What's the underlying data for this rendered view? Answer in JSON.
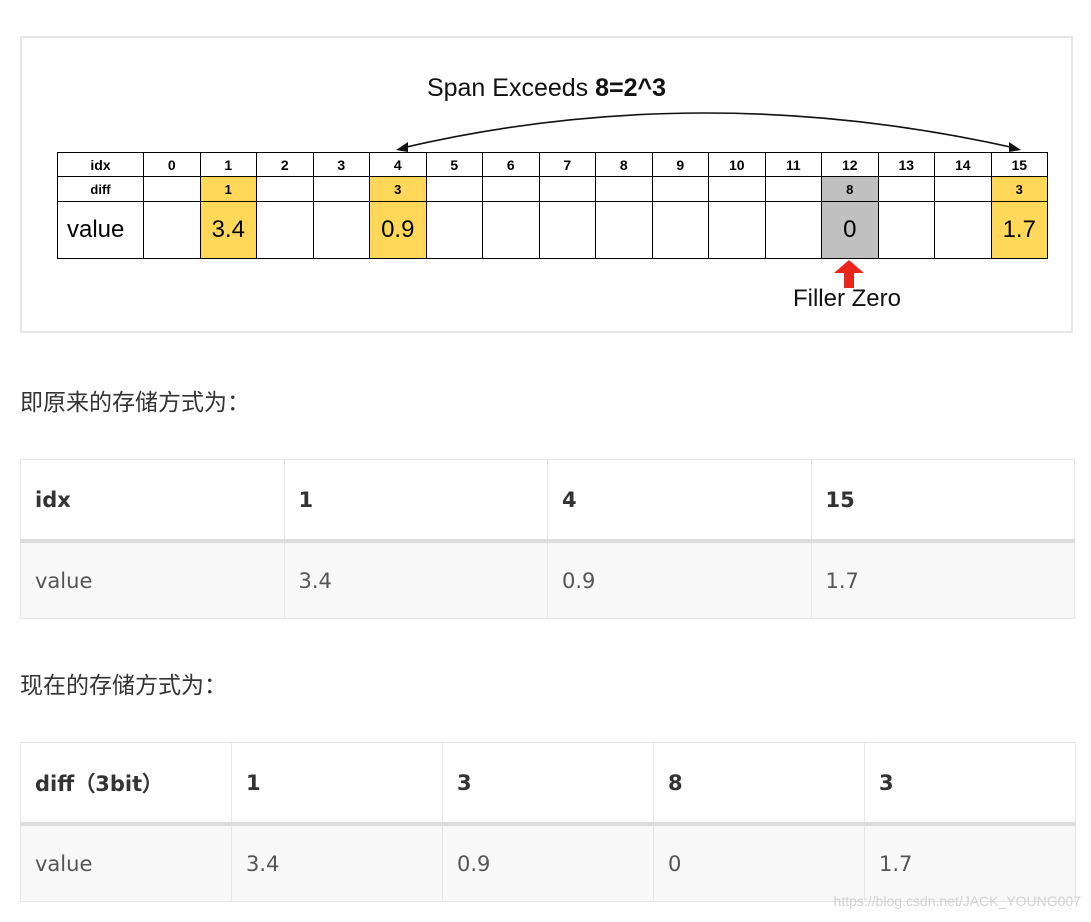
{
  "figure": {
    "span_text": "Span Exceeds ",
    "span_bold": "8=2^3",
    "idx_header": "idx",
    "diff_header": "diff",
    "value_header": "value",
    "idx": [
      "0",
      "1",
      "2",
      "3",
      "4",
      "5",
      "6",
      "7",
      "8",
      "9",
      "10",
      "11",
      "12",
      "13",
      "14",
      "15"
    ],
    "diff": [
      "",
      "1",
      "",
      "",
      "3",
      "",
      "",
      "",
      "",
      "",
      "",
      "",
      "8",
      "",
      "",
      "3"
    ],
    "values": [
      "",
      "3.4",
      "",
      "",
      "0.9",
      "",
      "",
      "",
      "",
      "",
      "",
      "",
      "0",
      "",
      "",
      "1.7"
    ],
    "highlight": [
      "",
      "yellow",
      "",
      "",
      "yellow",
      "",
      "",
      "",
      "",
      "",
      "",
      "",
      "gray",
      "",
      "",
      "yellow"
    ],
    "filler_label": "Filler Zero",
    "colors": {
      "yellow": "#ffd85a",
      "gray": "#c0c0c0",
      "arrow": "#e8261c"
    }
  },
  "text": {
    "original": "即原来的存储方式为：",
    "now": "现在的存储方式为："
  },
  "table1": {
    "header": [
      "idx",
      "1",
      "4",
      "15"
    ],
    "row": [
      "value",
      "3.4",
      "0.9",
      "1.7"
    ]
  },
  "table2": {
    "header": [
      "diff（3bit）",
      "1",
      "3",
      "8",
      "3"
    ],
    "row": [
      "value",
      "3.4",
      "0.9",
      "0",
      "1.7"
    ]
  },
  "watermark": "https://blog.csdn.net/JACK_YOUNG007"
}
